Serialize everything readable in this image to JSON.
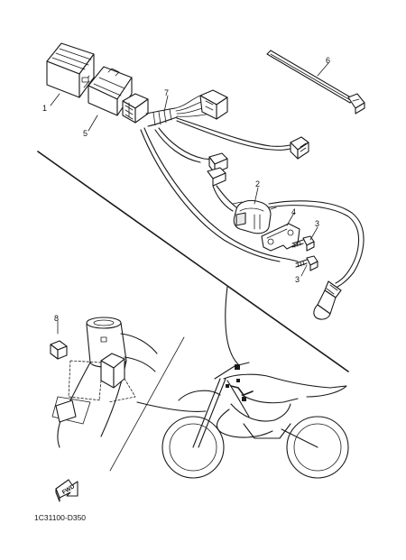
{
  "callouts": {
    "c1": "1",
    "c2": "2",
    "c3a": "3",
    "c3b": "3",
    "c4": "4",
    "c5": "5",
    "c6": "6",
    "c7": "7",
    "c8": "8"
  },
  "fwd_label": "FWD",
  "diagram_code": "1C31100-D350"
}
